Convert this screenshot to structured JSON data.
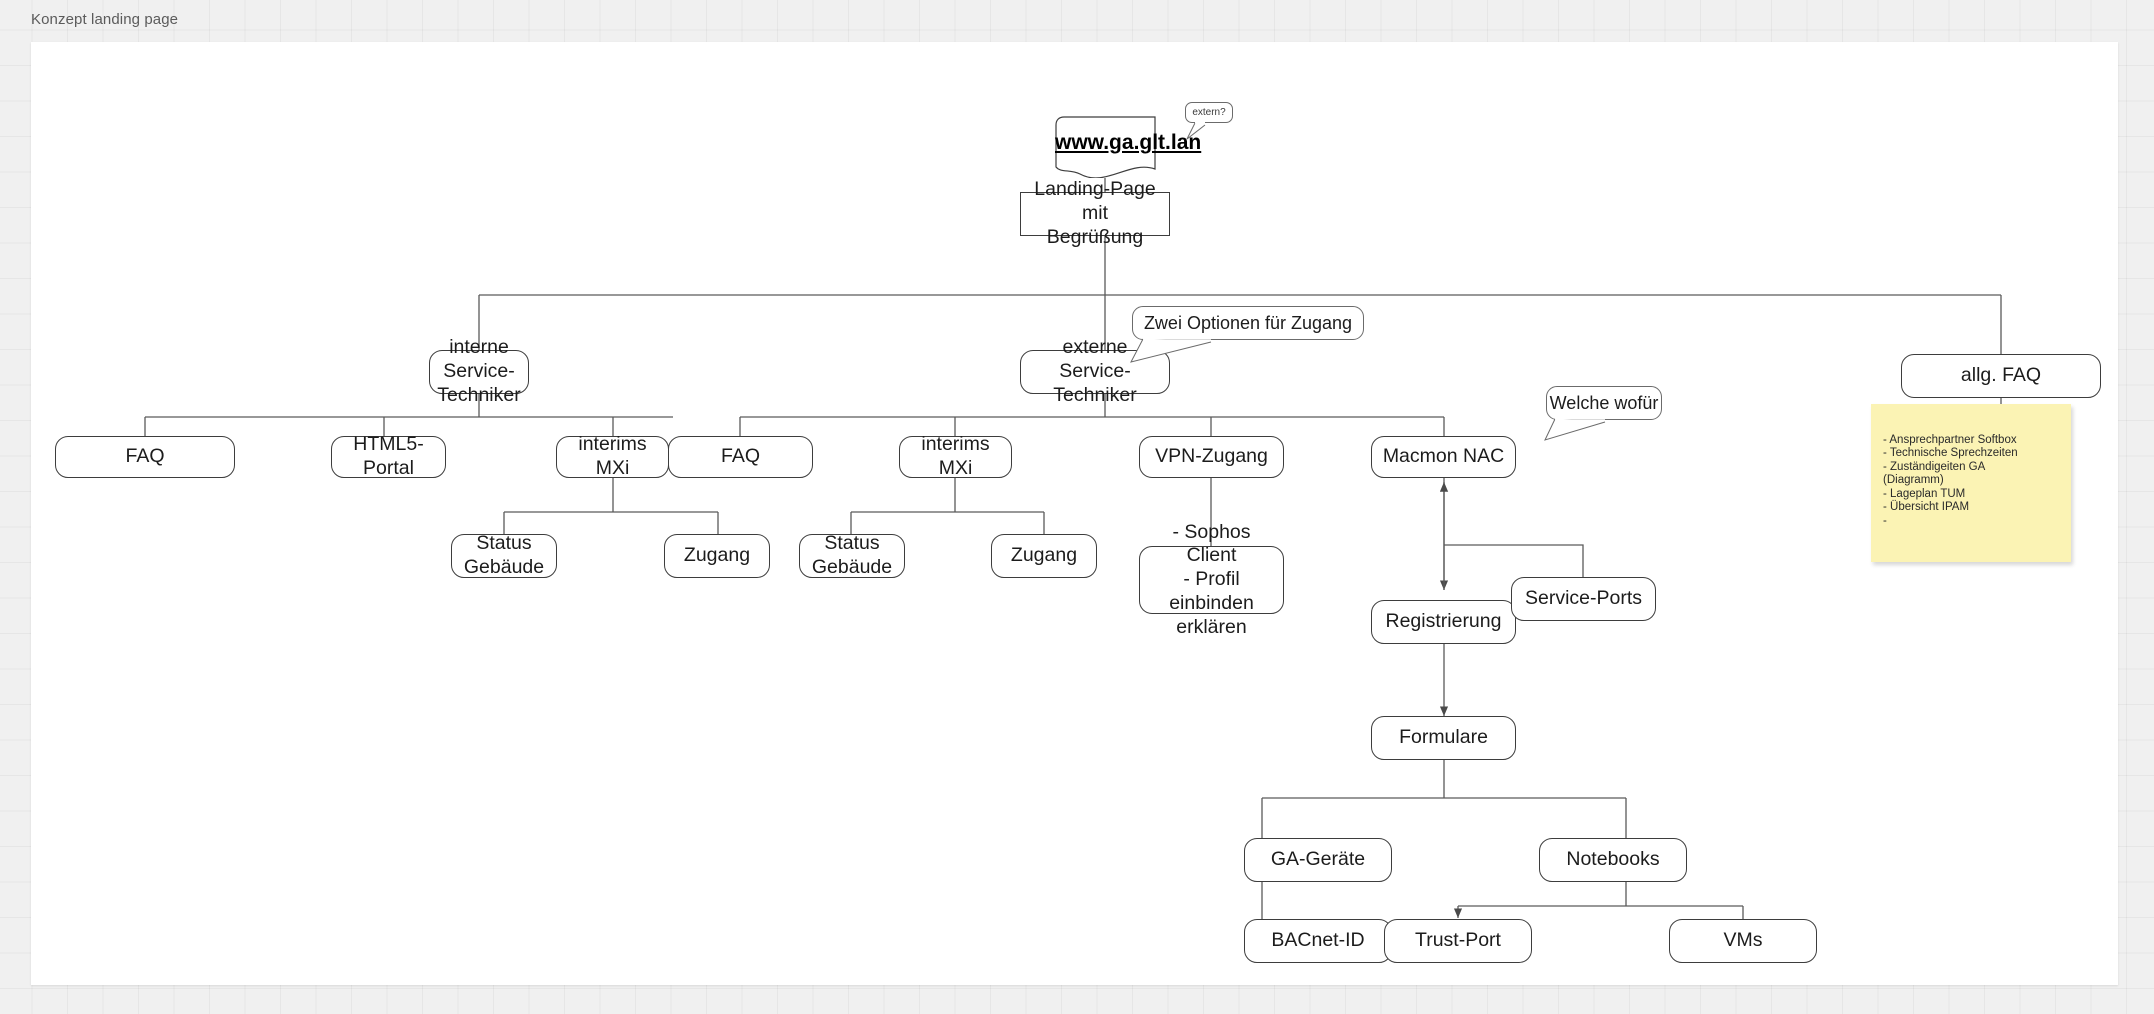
{
  "page": {
    "title": "Konzept landing page"
  },
  "canvas": {
    "document_node": {
      "label": "www.ga.glt.lan",
      "shape": "document"
    },
    "callouts": [
      {
        "id": "extern",
        "label": "extern?"
      },
      {
        "id": "zwei-optionen",
        "label": "Zwei Optionen für Zugang"
      },
      {
        "id": "welche-wofuer",
        "label": "Welche wofür"
      }
    ],
    "nodes": [
      {
        "id": "landing-page",
        "label": "Landing-Page mit\nBegrüßung"
      },
      {
        "id": "interne-service-techniker",
        "label": "interne Service-\nTechniker"
      },
      {
        "id": "externe-service-techniker",
        "label": "externe Service-\nTechniker"
      },
      {
        "id": "allg-faq",
        "label": "allg. FAQ"
      },
      {
        "id": "faq-intern",
        "label": "FAQ"
      },
      {
        "id": "html5-portal",
        "label": "HTML5-Portal"
      },
      {
        "id": "interims-mxi-intern",
        "label": "interims MXi"
      },
      {
        "id": "faq-extern",
        "label": "FAQ"
      },
      {
        "id": "interims-mxi-extern",
        "label": "interims MXi"
      },
      {
        "id": "vpn-zugang",
        "label": "VPN-Zugang"
      },
      {
        "id": "macmon-nac",
        "label": "Macmon NAC"
      },
      {
        "id": "status-gebaeude-intern",
        "label": "Status\nGebäude"
      },
      {
        "id": "zugang-intern",
        "label": "Zugang"
      },
      {
        "id": "status-gebaeude-extern",
        "label": "Status\nGebäude"
      },
      {
        "id": "zugang-extern",
        "label": "Zugang"
      },
      {
        "id": "sophos",
        "label": "- Sophos Client\n- Profil einbinden\nerklären"
      },
      {
        "id": "registrierung",
        "label": "Registrierung"
      },
      {
        "id": "service-ports",
        "label": "Service-Ports"
      },
      {
        "id": "formulare",
        "label": "Formulare"
      },
      {
        "id": "ga-geraete",
        "label": "GA-Geräte"
      },
      {
        "id": "notebooks",
        "label": "Notebooks"
      },
      {
        "id": "bacnet-id",
        "label": "BACnet-ID"
      },
      {
        "id": "trust-port",
        "label": "Trust-Port"
      },
      {
        "id": "vms",
        "label": "VMs"
      }
    ],
    "sticky_note": {
      "color": "#fbf3b4",
      "lines": [
        "- Ansprechpartner Softbox",
        "- Technische Sprechzeiten",
        "- Zuständigeiten GA",
        "(Diagramm)",
        "- Lageplan TUM",
        "- Übersicht IPAM",
        "-"
      ]
    }
  },
  "colors": {
    "canvas": "#ffffff",
    "page_background": "#f0f0f0",
    "node_border": "#3d3d3d",
    "edge": "#5a5a5a",
    "sticky": "#fbf3b4",
    "title_text": "#5b5b5b"
  }
}
